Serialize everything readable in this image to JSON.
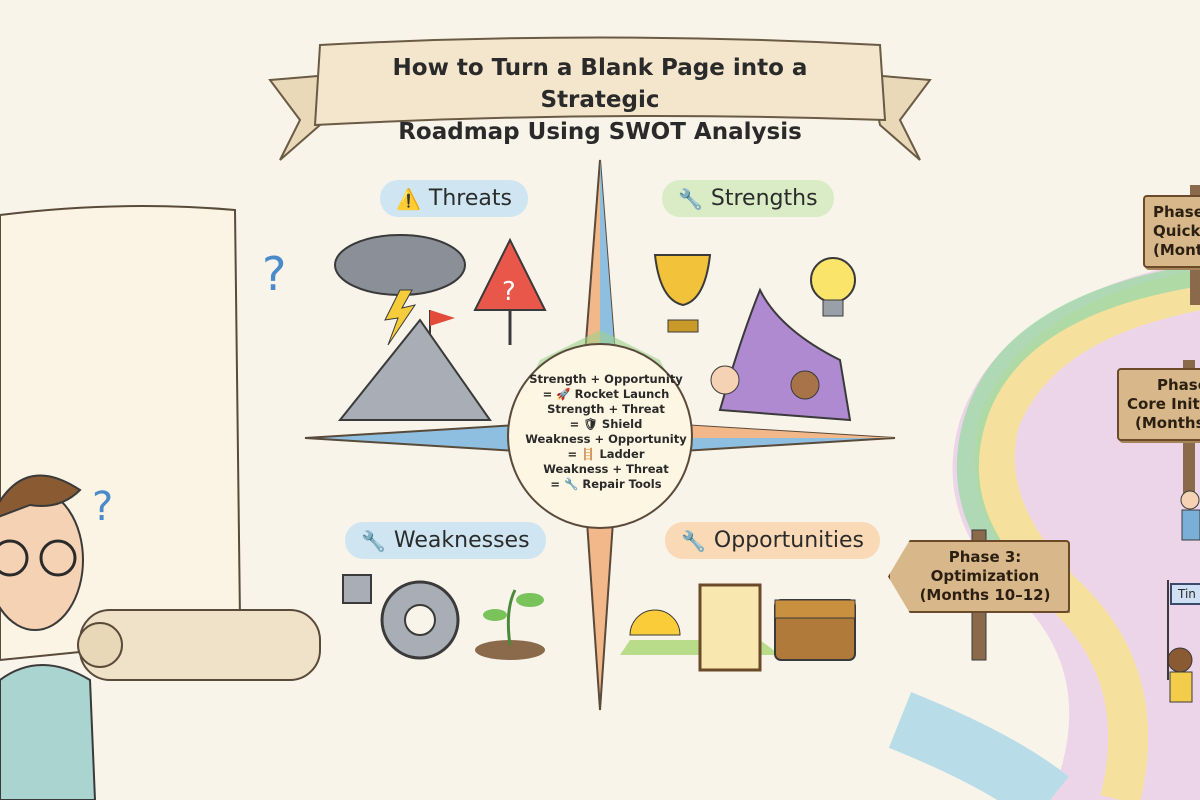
{
  "title": {
    "line1": "How to Turn a Blank Page into a Strategic",
    "line2": "Roadmap Using SWOT Analysis"
  },
  "quadrants": {
    "threats": {
      "label": "Threats",
      "icon": "warning-icon",
      "color": "#cfe6f2"
    },
    "strengths": {
      "label": "Strengths",
      "icon": "wrench-icon",
      "color": "#d9ecc6"
    },
    "weaknesses": {
      "label": "Weaknesses",
      "icon": "broken-tool-icon",
      "color": "#cfe6f2"
    },
    "opportunities": {
      "label": "Opportunities",
      "icon": "wrench-icon",
      "color": "#f9d9b6"
    }
  },
  "combinations": [
    {
      "pair": "Strength + Opportunity",
      "result": "= 🚀 Rocket Launch"
    },
    {
      "pair": "Strength + Threat",
      "result": "= 🛡 Shield"
    },
    {
      "pair": "Weakness + Opportunity",
      "result": "= 🪜 Ladder"
    },
    {
      "pair": "Weakness + Threat",
      "result": "= 🔧 Repair Tools"
    }
  ],
  "roadmap": {
    "signs": [
      {
        "line1": "Phase",
        "line2": "Quick",
        "line3": "(Month"
      },
      {
        "line1": "Phase",
        "line2": "Core Initi",
        "line3": "(Months"
      },
      {
        "line1": "Phase 3:",
        "line2": "Optimization",
        "line3": "(Months 10–12)"
      }
    ],
    "flag": "Tin"
  }
}
